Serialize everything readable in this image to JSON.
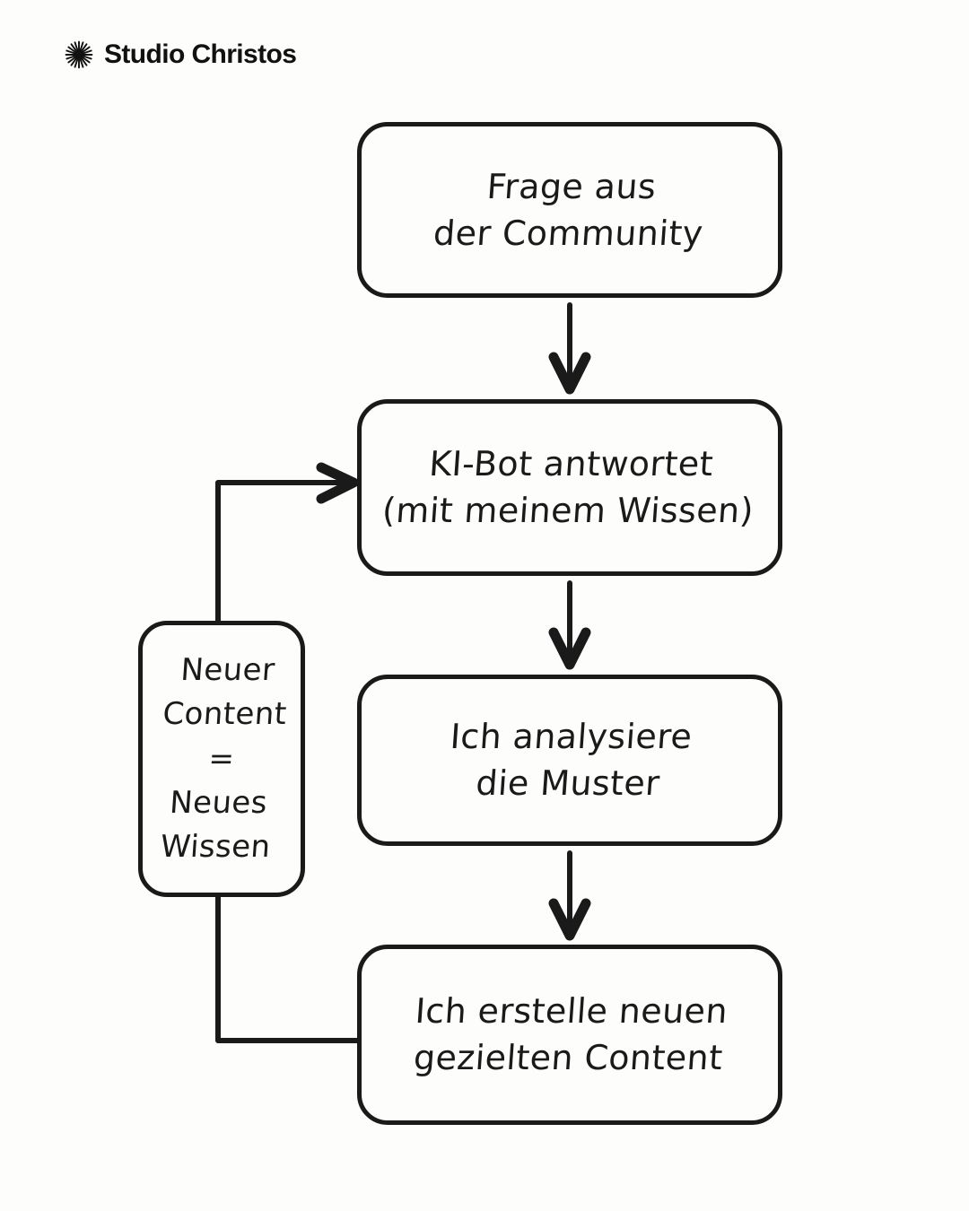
{
  "brand": {
    "name": "Studio Christos",
    "mark_icon": "starburst-icon",
    "color": "#111111"
  },
  "canvas": {
    "background_color": "#fdfdfb",
    "ink_color": "#1a1a1a"
  },
  "diagram": {
    "type": "flowchart",
    "title": "",
    "nodes": [
      {
        "id": "question",
        "label": "Frage aus\nder Community",
        "shape": "rounded-rectangle"
      },
      {
        "id": "bot",
        "label": "KI-Bot antwortet\n(mit meinem Wissen)",
        "shape": "rounded-rectangle"
      },
      {
        "id": "analyze",
        "label": "Ich analysiere\ndie Muster",
        "shape": "rounded-rectangle"
      },
      {
        "id": "create",
        "label": "Ich erstelle neuen\ngezielten Content",
        "shape": "rounded-rectangle"
      },
      {
        "id": "loop",
        "label": "Neuer\nContent\n=\nNeues\nWissen",
        "shape": "rounded-rectangle"
      }
    ],
    "edges": [
      {
        "id": "edge-question-bot",
        "from": "question",
        "to": "bot",
        "style": "straight-arrow-down"
      },
      {
        "id": "edge-bot-analyze",
        "from": "bot",
        "to": "analyze",
        "style": "straight-arrow-down"
      },
      {
        "id": "edge-analyze-create",
        "from": "analyze",
        "to": "create",
        "style": "straight-arrow-down"
      },
      {
        "id": "edge-create-bot-loop",
        "from": "create",
        "to": "bot",
        "style": "elbow-arrow-feedback"
      }
    ]
  }
}
